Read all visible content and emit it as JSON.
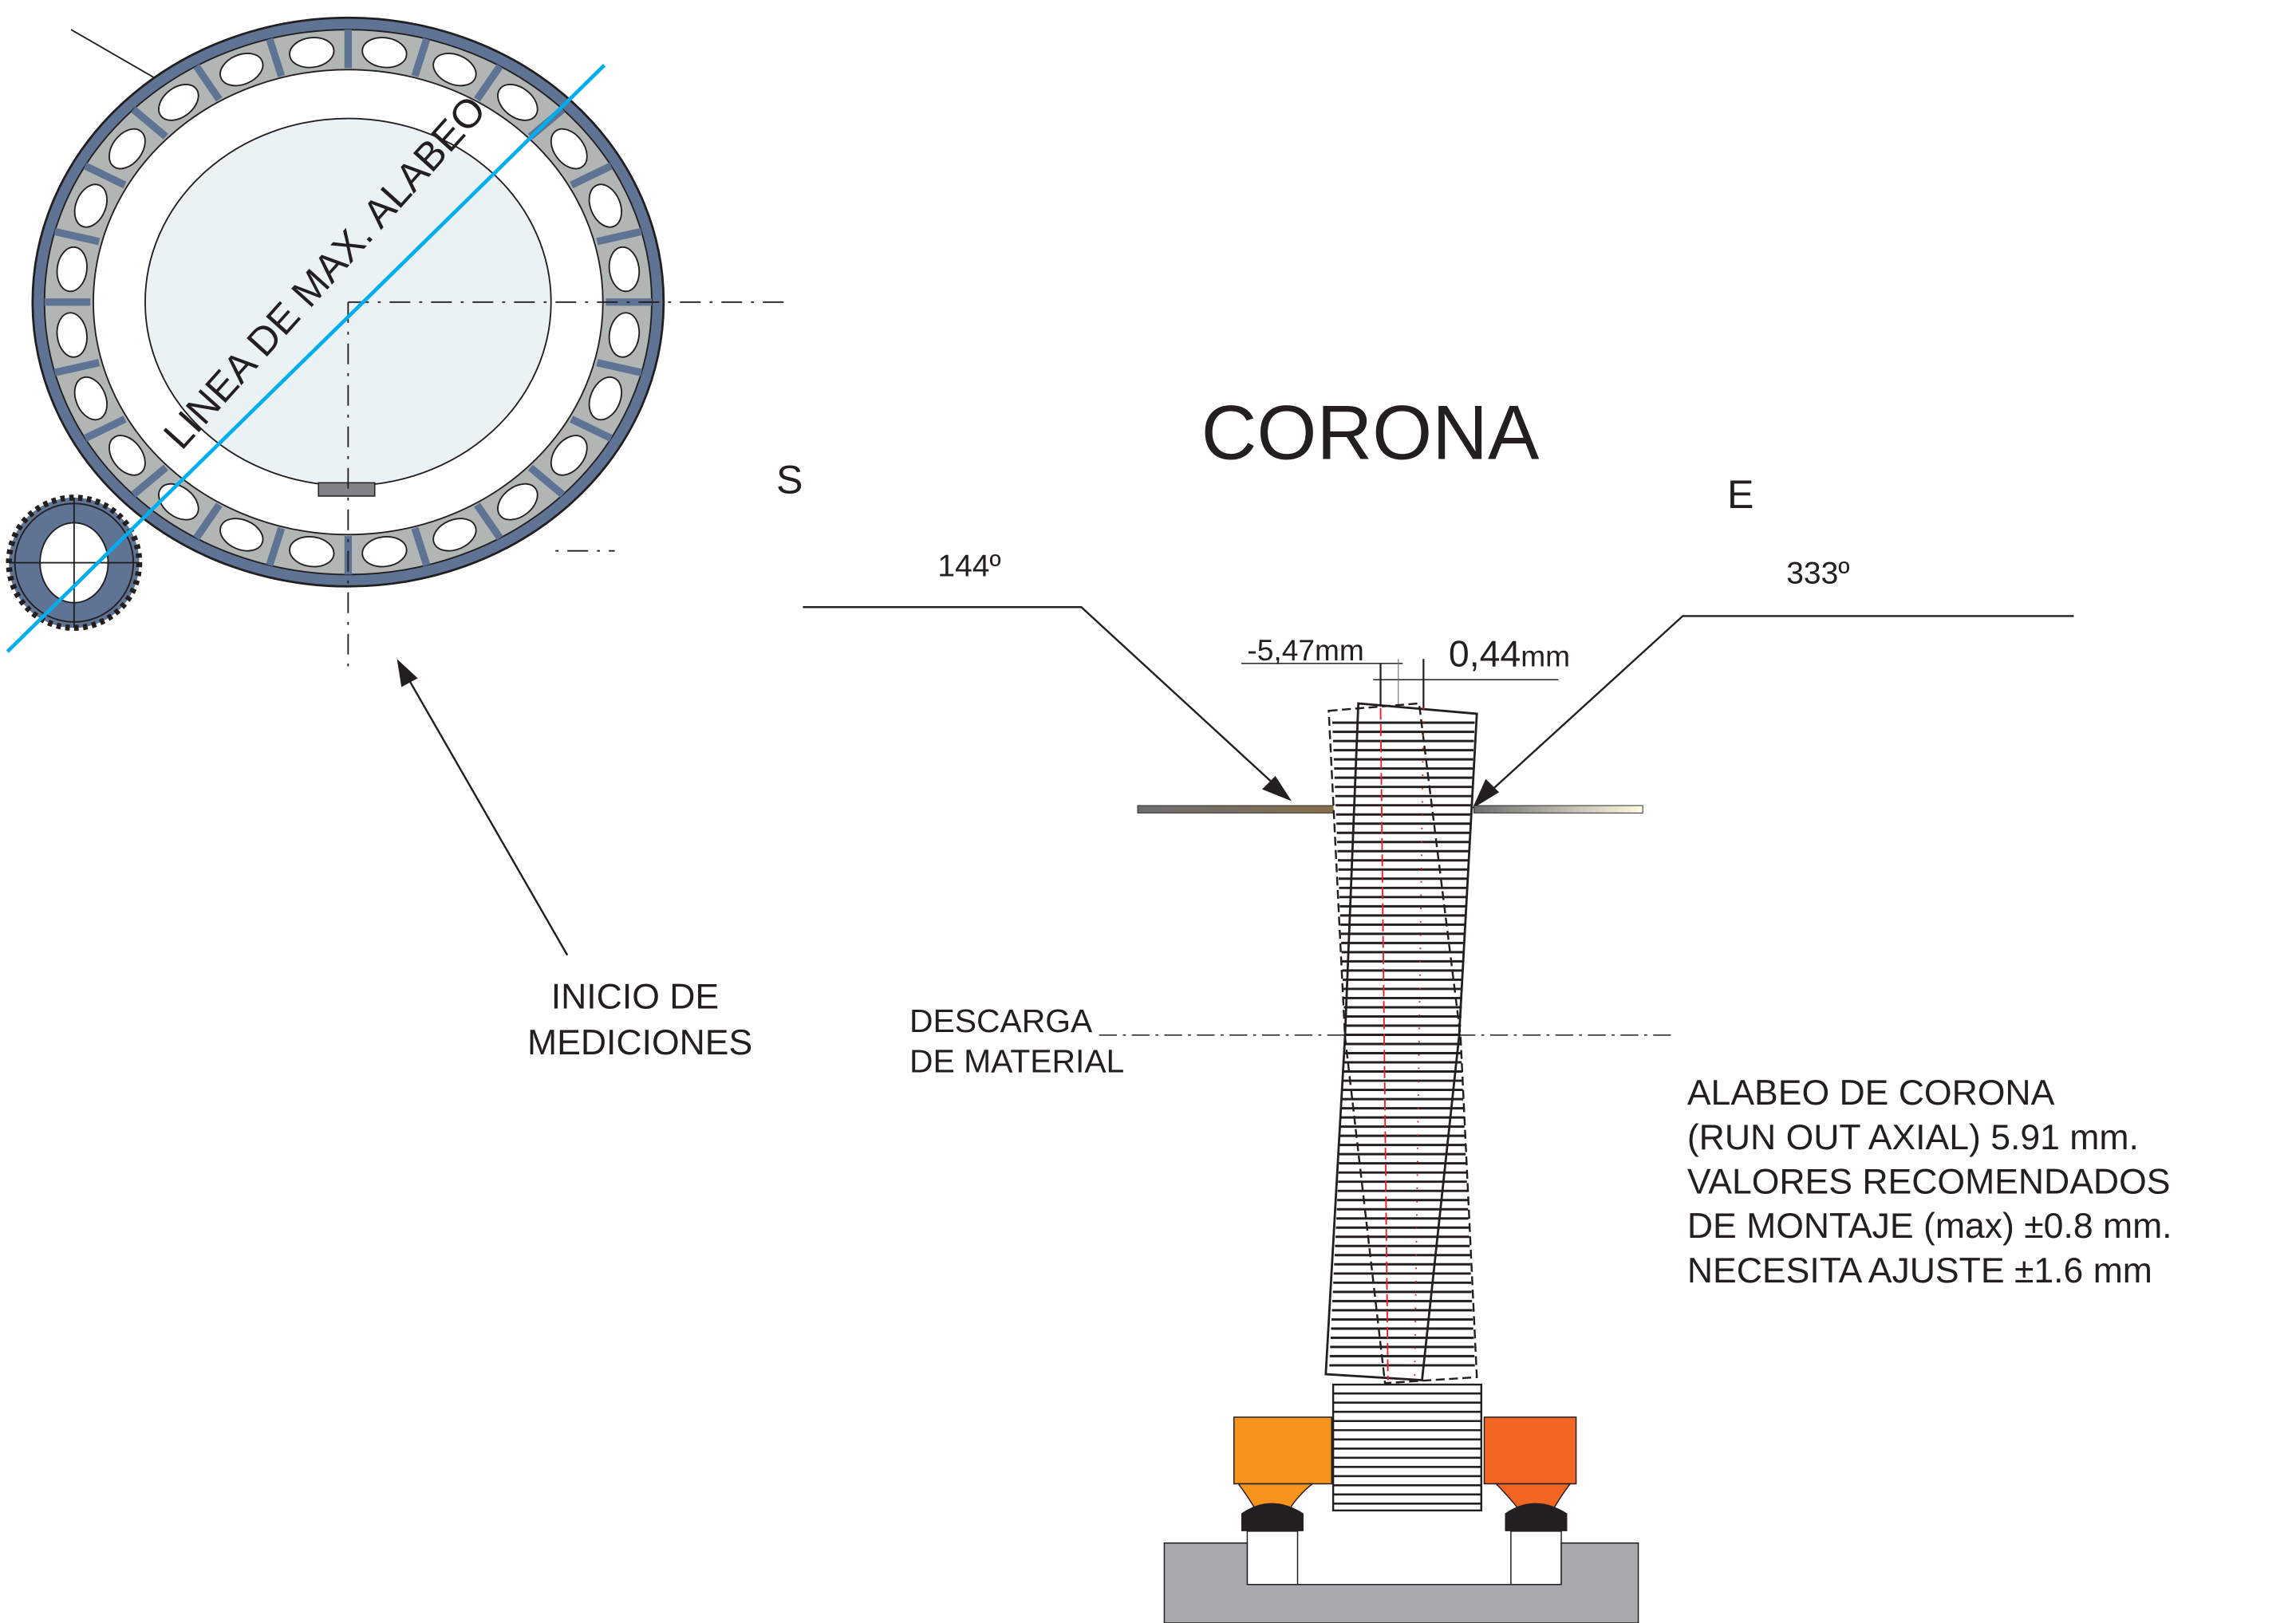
{
  "title": "CORONA",
  "ring_label": "LINEA DE MAX. ALABEO",
  "direction_s": "S",
  "direction_e": "E",
  "angle_left": "144º",
  "angle_right": "333º",
  "dim_left": "-5,47mm",
  "dim_right_value": "0,44",
  "dim_right_unit": "mm",
  "start_label": [
    "INICIO DE",
    "MEDICIONES"
  ],
  "discharge_label": [
    "DESCARGA",
    "DE MATERIAL"
  ],
  "notes": [
    "ALABEO DE CORONA",
    "(RUN OUT AXIAL) 5.91 mm.",
    "VALORES RECOMENDADOS",
    "DE MONTAJE (max) ±0.8 mm.",
    "NECESITA AJUSTE ±1.6 mm"
  ],
  "colors": {
    "ring_blue": "#5f7494",
    "ring_gray": "#b1b5b3",
    "disk": "#eaf2f6",
    "max_line": "#00aeef",
    "orange_left": "#f7941d",
    "orange_right": "#f26522",
    "ground": "#a7a9ac",
    "axis_red": "#ed1c24"
  }
}
